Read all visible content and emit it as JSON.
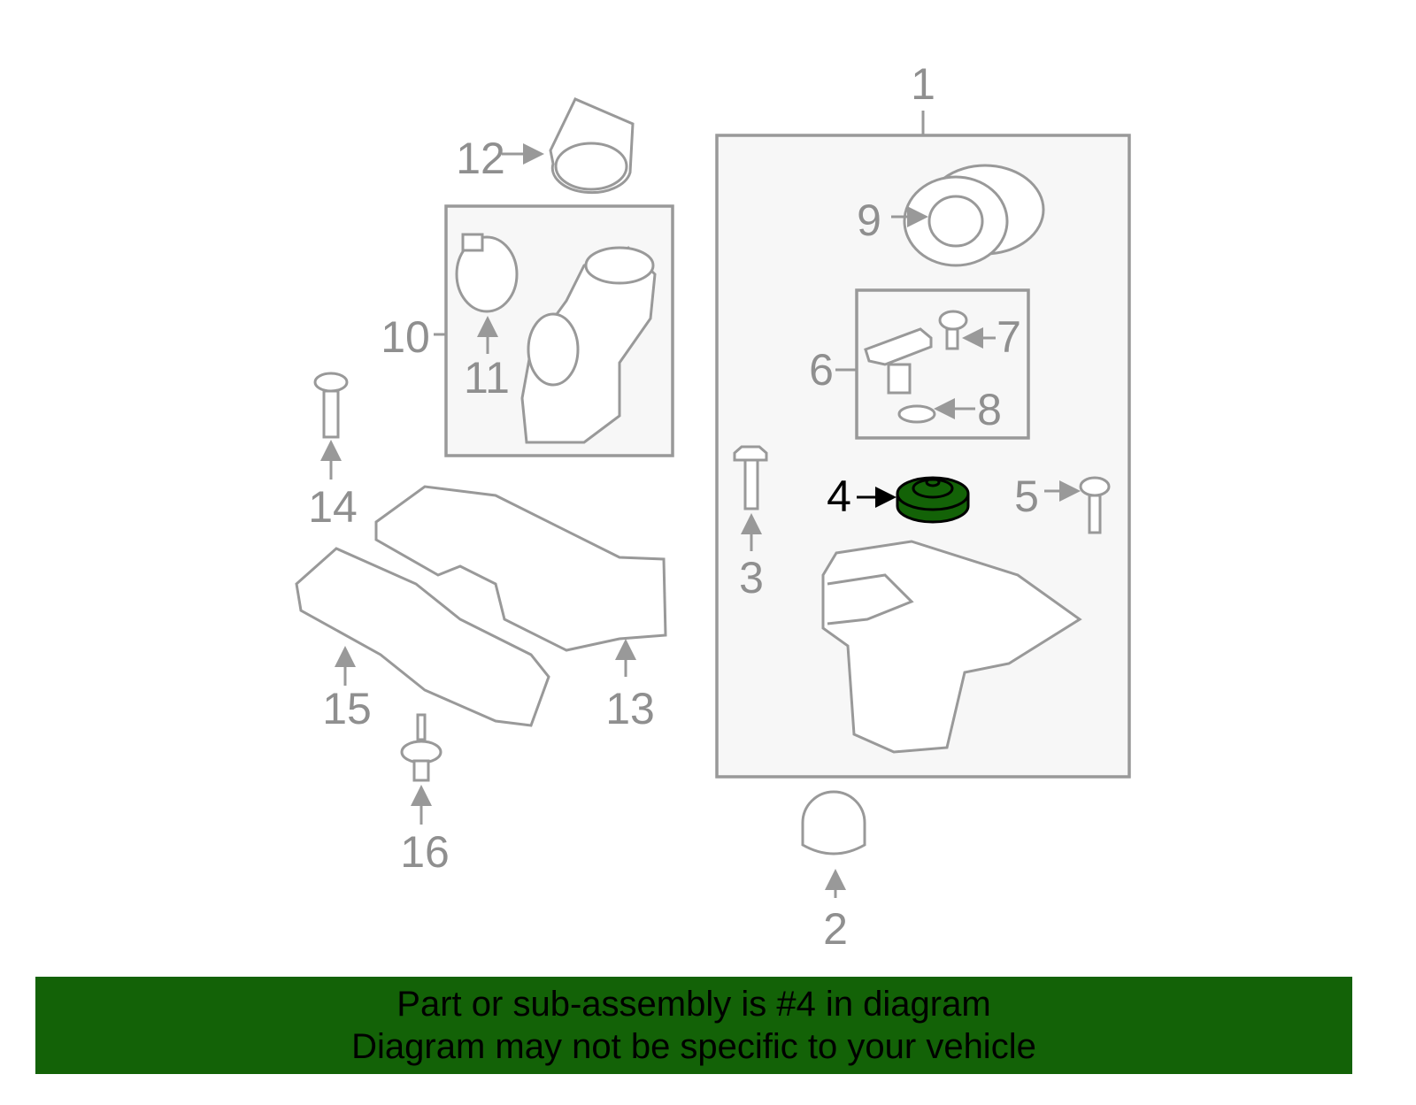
{
  "callouts": {
    "c1": "1",
    "c2": "2",
    "c3": "3",
    "c4": "4",
    "c5": "5",
    "c6": "6",
    "c7": "7",
    "c8": "8",
    "c9": "9",
    "c10": "10",
    "c11": "11",
    "c12": "12",
    "c13": "13",
    "c14": "14",
    "c15": "15",
    "c16": "16"
  },
  "highlighted_part": "4",
  "colors": {
    "highlight": "#136207",
    "line": "#999999"
  },
  "banner": {
    "line1": "Part or sub-assembly is #4 in diagram",
    "line2": "Diagram may not be specific to your vehicle"
  }
}
